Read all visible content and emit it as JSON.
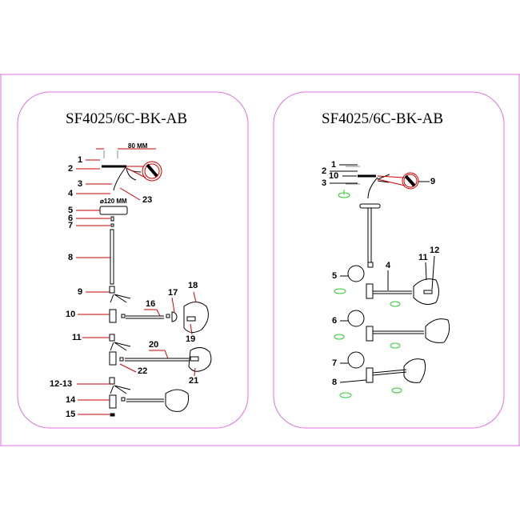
{
  "left_panel": {
    "title": "SF4025/6C-BK-AB",
    "dim_width": "80 MM",
    "dim_canopy": "⌀120 MM",
    "labels": [
      "1",
      "2",
      "3",
      "4",
      "5",
      "6",
      "7",
      "8",
      "9",
      "10",
      "11",
      "12-13",
      "14",
      "15",
      "16",
      "17",
      "18",
      "19",
      "20",
      "21",
      "22",
      "23"
    ]
  },
  "right_panel": {
    "title": "SF4025/6C-BK-AB",
    "labels": [
      "1",
      "2",
      "10",
      "3",
      "9",
      "4",
      "5",
      "11",
      "12",
      "6",
      "7",
      "8"
    ]
  },
  "colors": {
    "frame": "#e070e0",
    "leader": "#cc0000",
    "green": "#33cc33",
    "line": "#000000"
  }
}
